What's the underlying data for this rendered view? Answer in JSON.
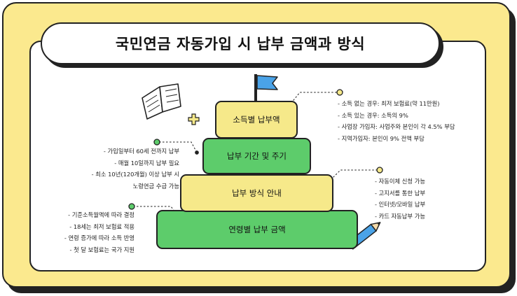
{
  "title": "국민연금 자동가입 시 납부 금액과 방식",
  "tiers": [
    {
      "label": "소득별 납부액",
      "color": "#f6e98a"
    },
    {
      "label": "납부 기간 및 주기",
      "color": "#5dcc6b"
    },
    {
      "label": "납부 방식 안내",
      "color": "#f6e98a"
    },
    {
      "label": "연령별 납부 금액",
      "color": "#5dcc6b"
    }
  ],
  "notes": {
    "income": [
      "- 소득 없는 경우: 최저 보험료(약 11만원)",
      "- 소득 있는 경우: 소득의 9%",
      "- 사업장 가입자: 사업주와 본인이 각 4.5% 부담",
      "- 지역가입자: 본인이 9% 전액 부담"
    ],
    "period": [
      "- 가입일부터 60세 전까지 납부",
      "- 매월 10일까지 납부 필요",
      "- 최소 10년(120개월) 이상 납부 시",
      "노령연금 수급 가능"
    ],
    "method": [
      "- 자동이체 신청 가능",
      "- 고지서를 통한 납부",
      "- 인터넷/모바일 납부",
      "- 카드 자동납부 가능"
    ],
    "age": [
      "- 기준소득월액에 따라 결정",
      "- 18세는 최저 보험료 적용",
      "- 연령 증가에 따라 소득 반영",
      "- 첫 달 보험료는 국가 지원"
    ]
  },
  "colors": {
    "background": "#fbe98e",
    "green": "#5dcc6b",
    "yellow": "#f6e98a",
    "flag": "#4aa3e8"
  }
}
